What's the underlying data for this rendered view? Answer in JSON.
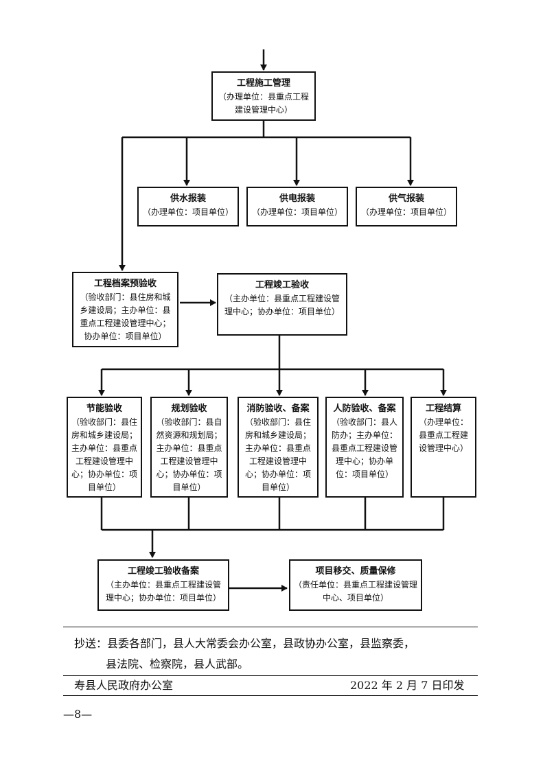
{
  "boxes": {
    "construction": {
      "title": "工程施工管理",
      "desc": "（办理单位：县重点工程建设管理中心）"
    },
    "water": {
      "title": "供水报装",
      "desc": "（办理单位：项目单位）"
    },
    "power": {
      "title": "供电报装",
      "desc": "（办理单位：项目单位）"
    },
    "gas": {
      "title": "供气报装",
      "desc": "（办理单位：项目单位）"
    },
    "archive": {
      "title": "工程档案预验收",
      "desc": "（验收部门：县住房和城乡建设局；主办单位：县重点工程建设管理中心；协办单位：项目单位）"
    },
    "completion": {
      "title": "工程竣工验收",
      "desc": "（主办单位：县重点工程建设管理中心；协办单位：项目单位）"
    },
    "energy": {
      "title": "节能验收",
      "desc": "（验收部门：县住房和城乡建设局；主办单位：县重点工程建设管理中心；协办单位：项目单位）"
    },
    "planning": {
      "title": "规划验收",
      "desc": "（验收部门：县自然资源和规划局；主办单位：县重点工程建设管理中心；协办单位：项目单位）"
    },
    "fire": {
      "title": "消防验收、备案",
      "desc": "（验收部门：县住房和城乡建设局；主办单位：县重点工程建设管理中心；协办单位：项目单位）"
    },
    "civil": {
      "title": "人防验收、备案",
      "desc": "（验收部门：县人防办；主办单位：县重点工程建设管理中心；协办单位：项目单位）"
    },
    "settlement": {
      "title": "工程结算",
      "desc": "（办理单位：县重点工程建设管理中心）"
    },
    "filing": {
      "title": "工程竣工验收备案",
      "desc": "（主办单位：县重点工程建设管理中心；协办单位：项目单位）"
    },
    "handover": {
      "title": "项目移交、质量保修",
      "desc": "（责任单位：县重点工程建设管理中心、项目单位）"
    }
  },
  "footer": {
    "cc_line1": "抄送：县委各部门，县人大常委会办公室，县政协办公室，县监察委，",
    "cc_line2": "县法院、检察院，县人武部。",
    "issuer": "寿县人民政府办公室",
    "date": "2022 年 2 月 7 日印发"
  },
  "page_number": "—8—"
}
